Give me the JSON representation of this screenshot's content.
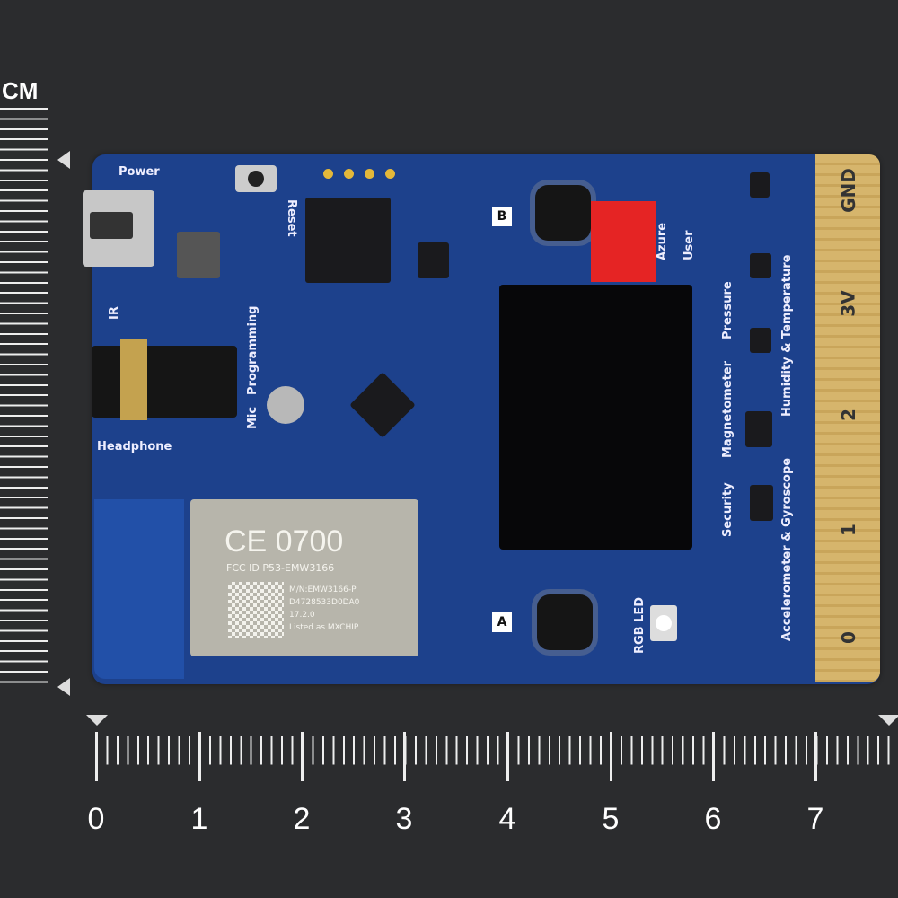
{
  "ruler": {
    "unit_label": "CM",
    "numbers": [
      "0",
      "1",
      "2",
      "3",
      "4",
      "5",
      "6",
      "7"
    ]
  },
  "board": {
    "labels": {
      "power": "Power",
      "reset": "Reset",
      "ir": "IR",
      "mic": "Mic",
      "programming": "Programming",
      "headphone": "Headphone",
      "button_b": "B",
      "button_a": "A",
      "azure": "Azure",
      "user": "User",
      "rgb_led": "RGB LED",
      "pressure": "Pressure",
      "humidity_temperature": "Humidity & Temperature",
      "magnetometer": "Magnetometer",
      "security": "Security",
      "accelerometer_gyroscope": "Accelerometer & Gyroscope"
    },
    "edge_pins": [
      "GND",
      "3V",
      "2",
      "1",
      "0"
    ],
    "module": {
      "cert": "CE 0700",
      "fcc_id": "FCC ID P53-EMW3166",
      "model": "M/N:EMW3166-P",
      "serial": "D4728533D0DA0",
      "date": "17.2.0",
      "listed": "Listed as MXCHIP"
    },
    "colors": {
      "pcb": "#1d418c",
      "gold": "#d6b56c",
      "background": "#2b2c2e"
    }
  }
}
